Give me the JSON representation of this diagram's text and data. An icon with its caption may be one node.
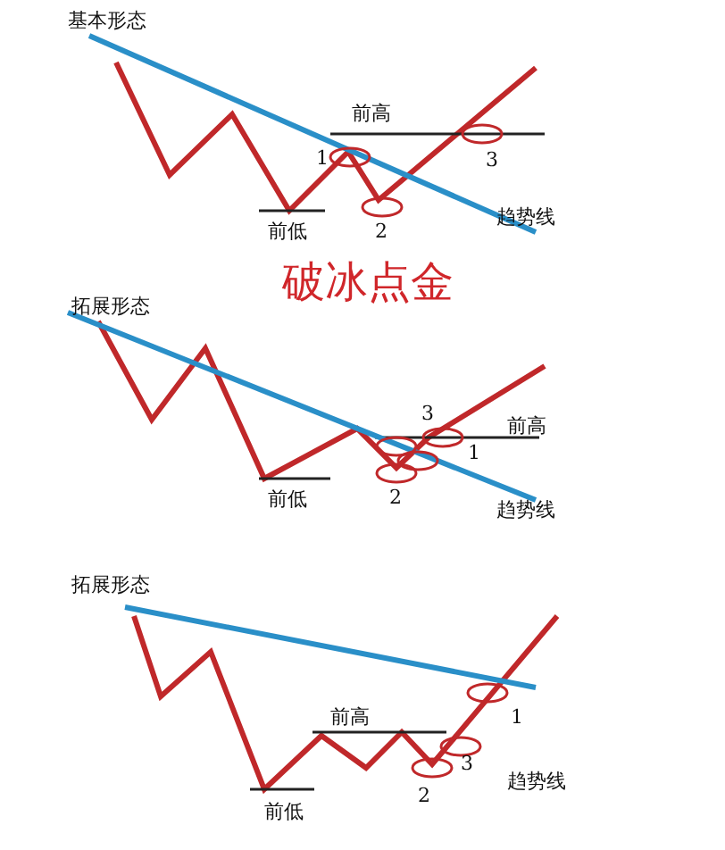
{
  "diagram": {
    "title": "破冰点金",
    "labels": [
      "基本形态",
      "前高",
      "1",
      "3",
      "2",
      "前低",
      "趋势线",
      "拓展形态",
      "3",
      "前高",
      "1",
      "2",
      "前低",
      "趋势线",
      "拓展形态",
      "前高",
      "1",
      "3",
      "2",
      "前低",
      "趋势线"
    ]
  }
}
